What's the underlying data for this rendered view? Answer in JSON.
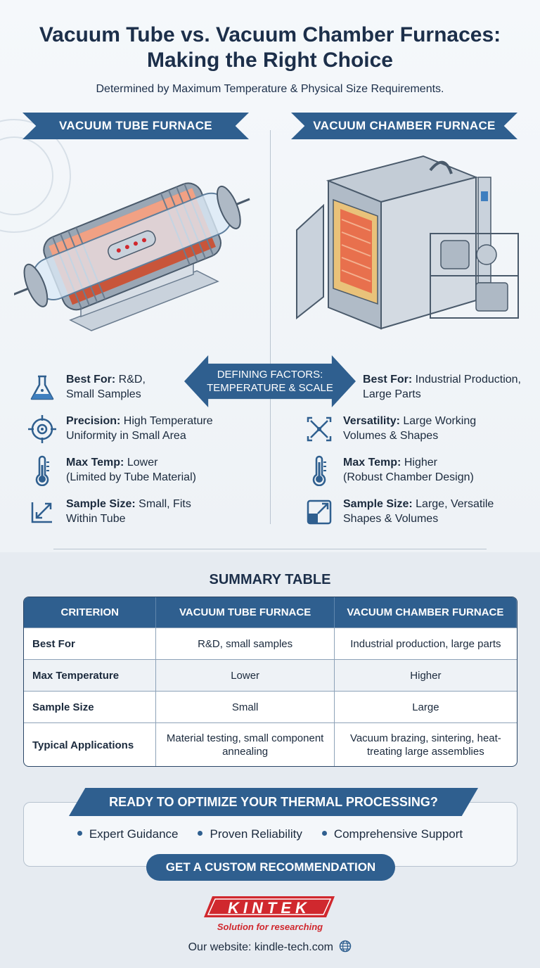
{
  "title_line1": "Vacuum Tube vs. Vacuum Chamber Furnaces:",
  "title_line2": "Making the Right Choice",
  "subtitle": "Determined by Maximum Temperature & Physical Size Requirements.",
  "left": {
    "heading": "VACUUM TUBE FURNACE",
    "features": [
      {
        "icon": "flask-icon",
        "label": "Best For:",
        "line1": " R&D,",
        "line2": "Small Samples"
      },
      {
        "icon": "target-icon",
        "label": "Precision:",
        "line1": " High Temperature",
        "line2": "Uniformity in Small Area"
      },
      {
        "icon": "thermometer-icon",
        "label": "Max Temp:",
        "line1": " Lower",
        "line2": "(Limited by Tube Material)"
      },
      {
        "icon": "diagonal-arrows-icon",
        "label": "Sample Size:",
        "line1": " Small, Fits",
        "line2": "Within Tube"
      }
    ]
  },
  "right": {
    "heading": "VACUUM CHAMBER FURNACE",
    "features": [
      {
        "label": "Best For:",
        "line1": " Industrial Production,",
        "line2": "Large Parts"
      },
      {
        "icon": "expand-arrows-icon",
        "label": "Versatility:",
        "line1": " Large Working",
        "line2": "Volumes & Shapes"
      },
      {
        "icon": "thermometer-icon",
        "label": "Max Temp:",
        "line1": " Higher",
        "line2": "(Robust Chamber Design)"
      },
      {
        "icon": "resize-box-icon",
        "label": "Sample Size:",
        "line1": " Large, Versatile",
        "line2": "Shapes & Volumes"
      }
    ]
  },
  "center_arrow": {
    "line1": "DEFINING FACTORS:",
    "line2": "TEMPERATURE & SCALE"
  },
  "summary": {
    "title": "SUMMARY TABLE",
    "headers": [
      "CRITERION",
      "VACUUM TUBE FURNACE",
      "VACUUM CHAMBER FURNACE"
    ],
    "rows": [
      [
        "Best For",
        "R&D, small samples",
        "Industrial production, large parts"
      ],
      [
        "Max Temperature",
        "Lower",
        "Higher"
      ],
      [
        "Sample Size",
        "Small",
        "Large"
      ],
      [
        "Typical Applications",
        "Material testing, small component annealing",
        "Vacuum brazing, sintering, heat-treating large assemblies"
      ]
    ]
  },
  "cta": {
    "banner": "READY TO OPTIMIZE YOUR THERMAL PROCESSING?",
    "bullets": [
      "Expert Guidance",
      "Proven Reliability",
      "Comprehensive Support"
    ],
    "button": "GET A CUSTOM RECOMMENDATION"
  },
  "brand": {
    "logo_text": "KINTEK",
    "tagline": "Solution for researching",
    "website_label": "Our website: ",
    "website": "kindle-tech.com"
  },
  "colors": {
    "primary": "#2f5f8f",
    "dark": "#1c2f4a",
    "accent_red": "#d0282e",
    "heating_orange": "#e8704d"
  }
}
